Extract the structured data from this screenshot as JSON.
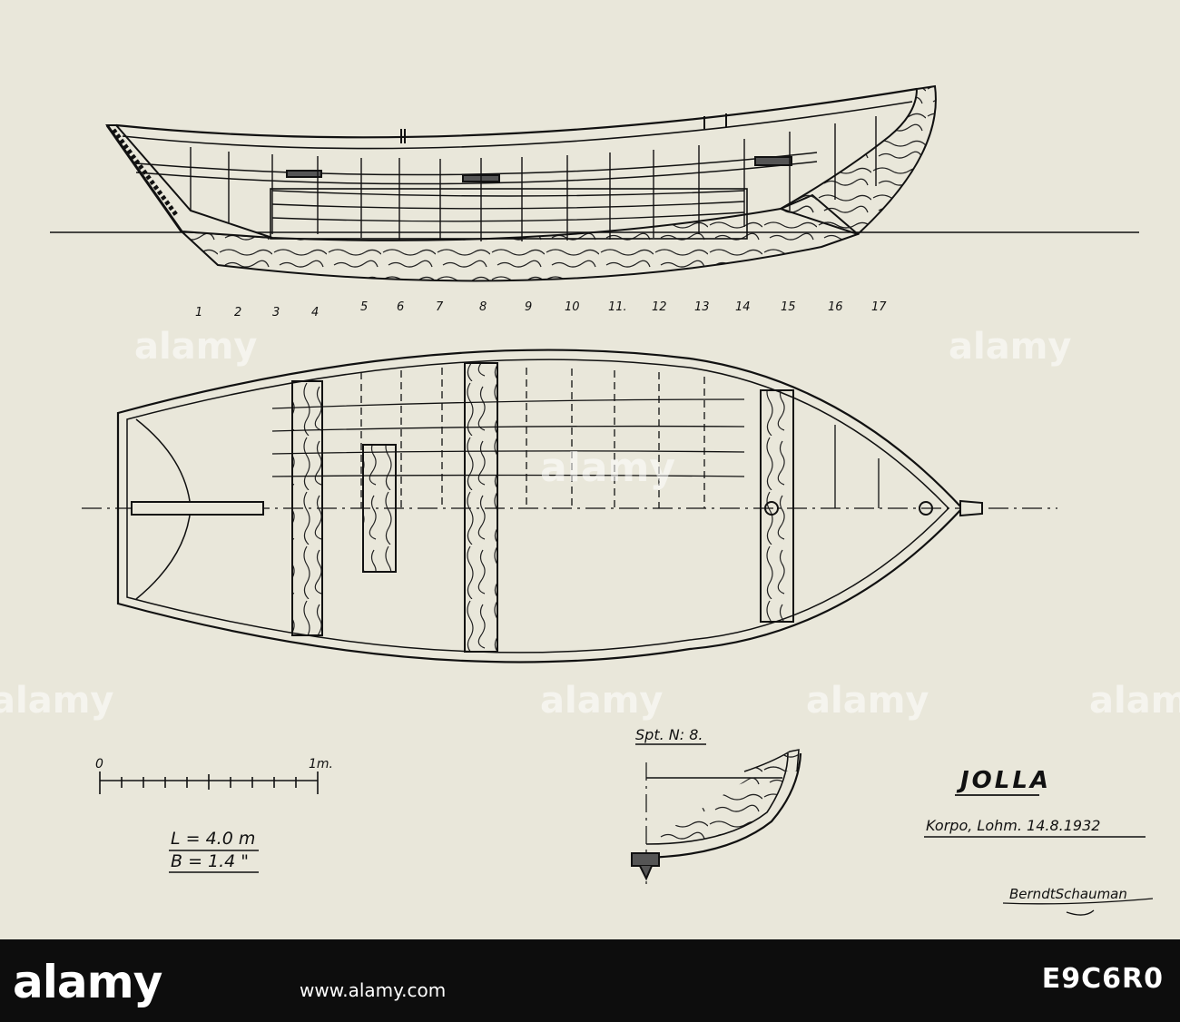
{
  "drawing": {
    "title": "JOLLA",
    "place_date": "Korpo, Lohm. 14.8.1932",
    "section_label": "Spt. N: 8.",
    "length_label": "L = 4.0 m",
    "beam_label": "B = 1.4 \"",
    "scale_start": "0",
    "scale_end": "1m.",
    "signature": "BerndtSchauman",
    "frame_numbers": [
      "1",
      "2",
      "3",
      "4",
      "5",
      "6",
      "7",
      "8",
      "9",
      "10",
      "11.",
      "12",
      "13",
      "14",
      "15",
      "16",
      "17"
    ]
  },
  "watermark": {
    "text": "alamy"
  },
  "footer": {
    "brand": "alamy",
    "stock_id": "E9C6R0",
    "url": "www.alamy.com"
  },
  "colors": {
    "paper": "#e9e7da",
    "ink": "#111111",
    "footer_bg": "#0d0d0d"
  }
}
